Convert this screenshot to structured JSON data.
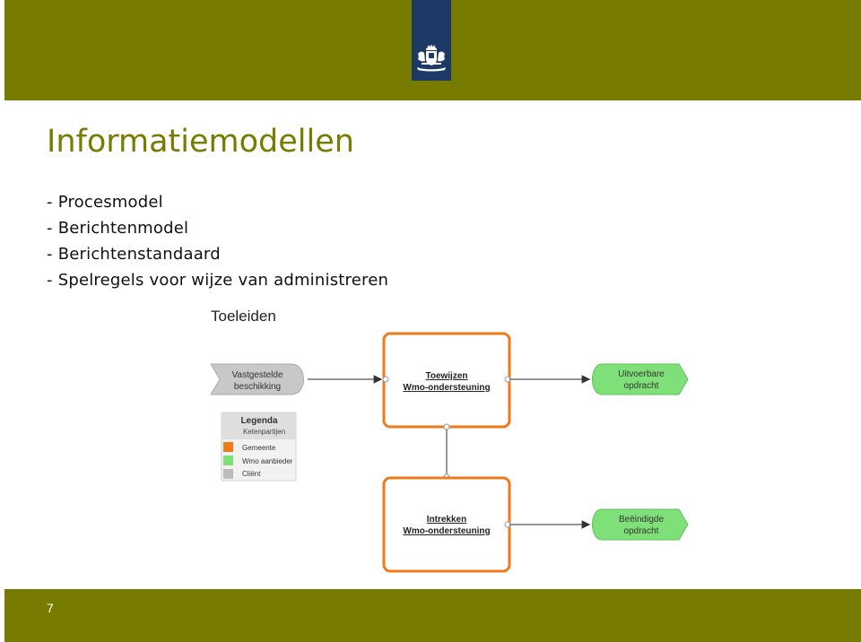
{
  "slide": {
    "title": "Informatiemodellen",
    "bullets": [
      "Procesmodel",
      "Berichtenmodel",
      "Berichtenstandaard",
      "Spelregels voor wijze van administreren"
    ],
    "page_number": "7"
  },
  "logo": {
    "icon": "royal-coat-of-arms-icon"
  },
  "diagram": {
    "title": "Toeleiden",
    "input_left": [
      "Vastgestelde",
      "beschikking"
    ],
    "box_top": [
      "Toewijzen",
      "Wmo-ondersteuning"
    ],
    "box_bottom": [
      "Intrekken",
      "Wmo-ondersteuning"
    ],
    "output_top": [
      "Uitvoerbare",
      "opdracht"
    ],
    "output_bottom": [
      "Beëindigde",
      "opdracht"
    ],
    "legend": {
      "title": "Legenda",
      "subtitle": "Ketenpartijen",
      "items": [
        {
          "label": "Gemeente",
          "color": "#f07a1a"
        },
        {
          "label": "Wmo aanbieder",
          "color": "#7fe07a"
        },
        {
          "label": "Cliënt",
          "color": "#bcbcbc"
        }
      ]
    },
    "colors": {
      "box_border": "#f07a1a",
      "green_shape": "#7fe07a",
      "grey_shape": "#c8c8c8",
      "connector": "#555555"
    }
  },
  "colors": {
    "bar": "#777b00",
    "logo_bg": "#1d3a66",
    "title": "#777b00"
  }
}
